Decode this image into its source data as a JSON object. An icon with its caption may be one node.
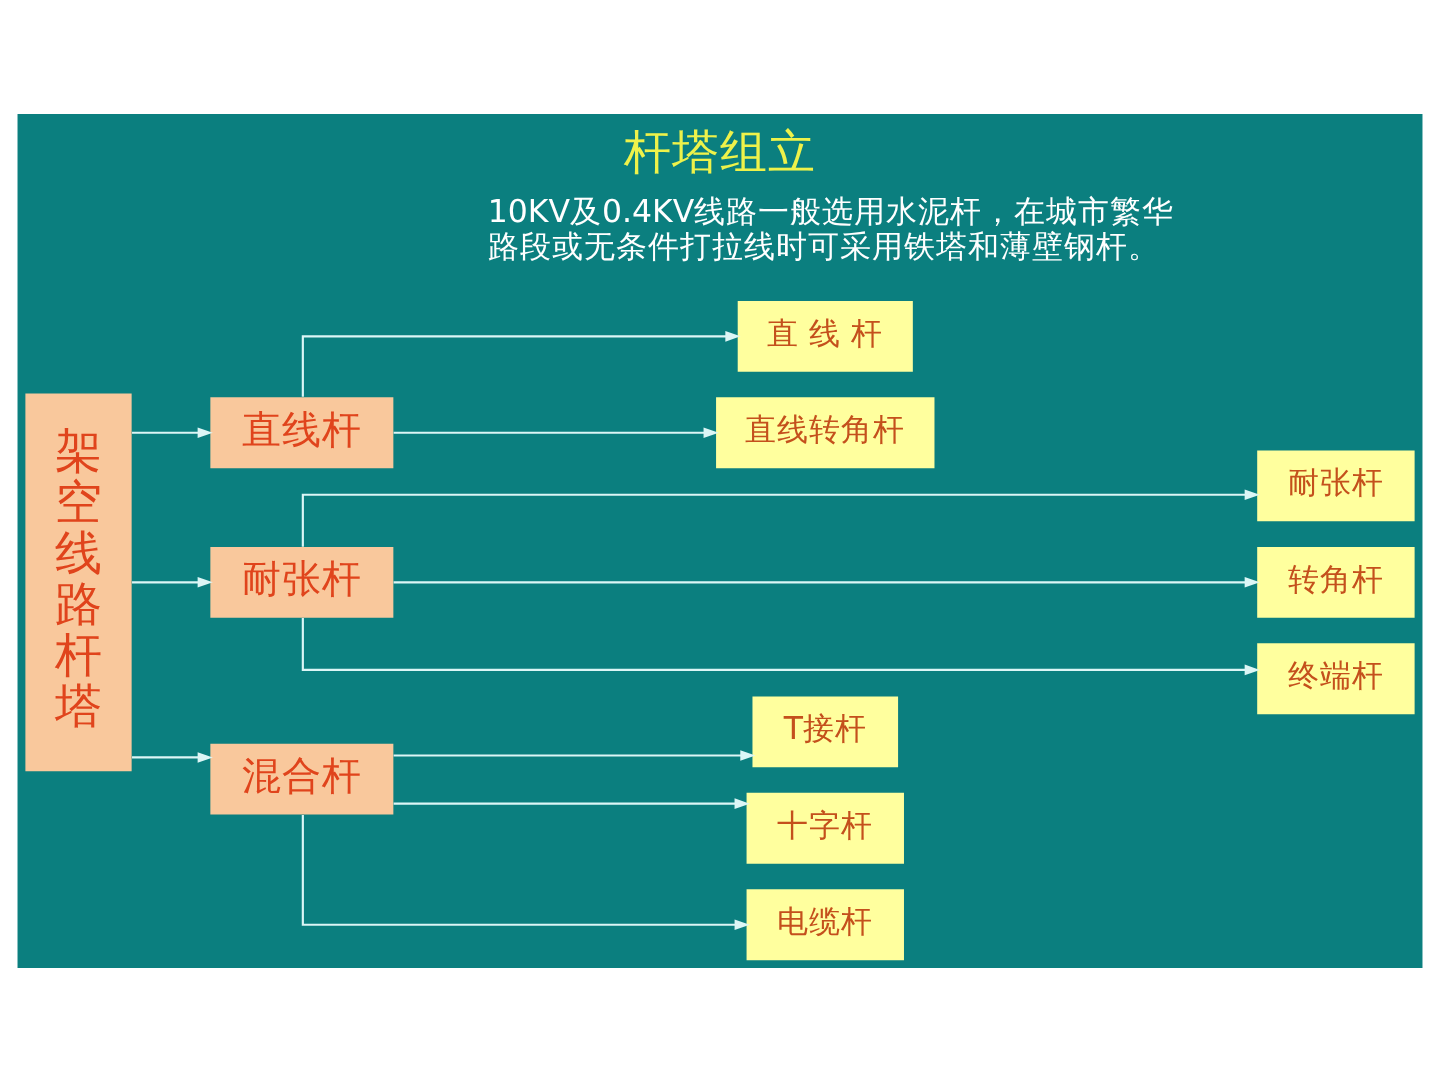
{
  "diagram": {
    "title": "杆塔组立",
    "nodes": [
      {
        "text": [
          "架空线路杆塔"
        ]
      },
      {
        "text": [
          "直线杆"
        ]
      },
      {
        "text": [
          "耐张杆"
        ]
      },
      {
        "text": [
          "混合杆"
        ]
      },
      {
        "text": [
          "直 线 杆"
        ]
      },
      {
        "text": [
          "直线转角杆"
        ]
      },
      {
        "text": [
          "耐张杆"
        ]
      },
      {
        "text": [
          "转角杆"
        ]
      },
      {
        "text": [
          "终端杆"
        ]
      },
      {
        "text": [
          "T接杆"
        ]
      },
      {
        "text": [
          "十字杆"
        ]
      },
      {
        "text": [
          "电缆杆"
        ]
      }
    ],
    "edges": [
      {
        "from": 0,
        "to": 1,
        "arrow": "to"
      },
      {
        "from": 0,
        "to": 2,
        "arrow": "to"
      },
      {
        "from": 0,
        "to": 3,
        "arrow": "to"
      },
      {
        "from": 1,
        "to": 4,
        "arrow": "to"
      },
      {
        "from": 1,
        "to": 5,
        "arrow": "to"
      },
      {
        "from": 2,
        "to": 6,
        "arrow": "to"
      },
      {
        "from": 2,
        "to": 7,
        "arrow": "to"
      },
      {
        "from": 2,
        "to": 8,
        "arrow": "to"
      },
      {
        "from": 3,
        "to": 9,
        "arrow": "to"
      },
      {
        "from": 3,
        "to": 10,
        "arrow": "to"
      },
      {
        "from": 3,
        "to": 11,
        "arrow": "to"
      }
    ],
    "labels": [
      "10KV及0.4KV线路一般选用水泥杆，在城市繁华路段或无条件打拉线时可采用铁塔和薄壁钢杆。"
    ]
  }
}
